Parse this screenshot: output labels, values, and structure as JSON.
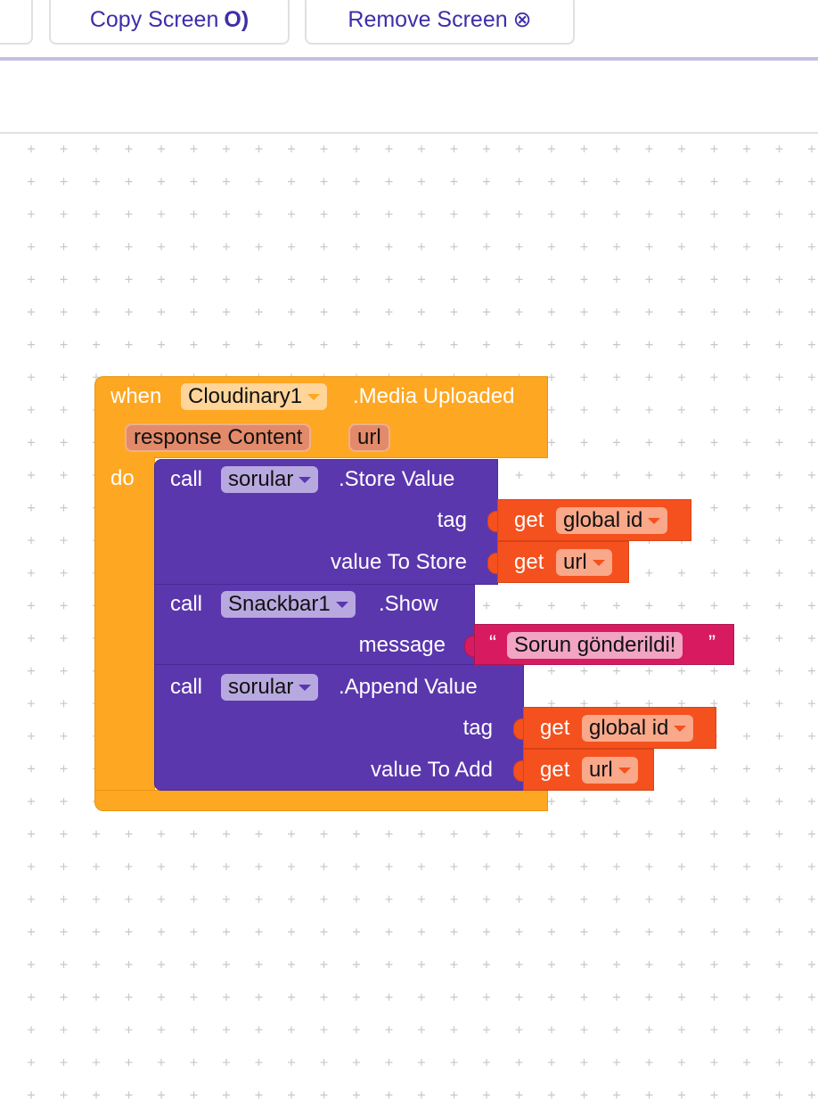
{
  "toolbar": {
    "copy_screen": "Copy Screen",
    "remove_screen": "Remove Screen"
  },
  "event": {
    "when": "when",
    "component": "Cloudinary1",
    "event_name": ".Media Uploaded",
    "params": [
      "response Content",
      "url"
    ],
    "do": "do"
  },
  "blocks": [
    {
      "call": "call",
      "component": "sorular",
      "method": ".Store Value",
      "args": [
        {
          "label": "tag",
          "get": "get",
          "var": "global id"
        },
        {
          "label": "value To Store",
          "get": "get",
          "var": "url"
        }
      ]
    },
    {
      "call": "call",
      "component": "Snackbar1",
      "method": ".Show",
      "args": [
        {
          "label": "message",
          "open_quote": "“",
          "text": "Sorun gönderildi!",
          "close_quote": "”"
        }
      ]
    },
    {
      "call": "call",
      "component": "sorular",
      "method": ".Append Value",
      "args": [
        {
          "label": "tag",
          "get": "get",
          "var": "global id"
        },
        {
          "label": "value To Add",
          "get": "get",
          "var": "url"
        }
      ]
    }
  ],
  "colors": {
    "event": "#fea722",
    "method": "#5b37ad",
    "get": "#f4511e",
    "text": "#d81b60",
    "accent": "#3d2ea8"
  }
}
